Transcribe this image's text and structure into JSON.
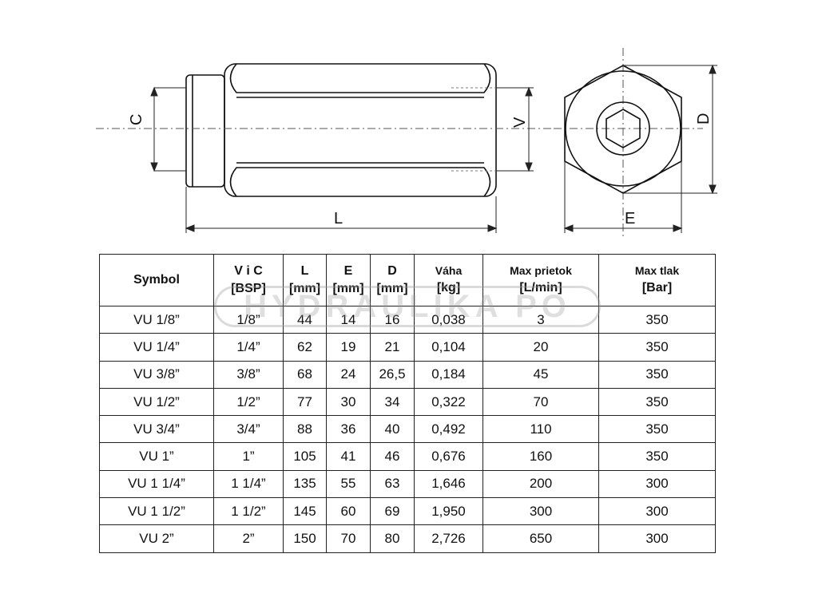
{
  "drawing": {
    "labels": {
      "c": "C",
      "v": "V",
      "l": "L",
      "d": "D",
      "e": "E"
    }
  },
  "table": {
    "headers": [
      {
        "line1": "Symbol",
        "line2": ""
      },
      {
        "line1": "V i C",
        "line2": "[BSP]"
      },
      {
        "line1": "L",
        "line2": "[mm]"
      },
      {
        "line1": "E",
        "line2": "[mm]"
      },
      {
        "line1": "D",
        "line2": "[mm]"
      },
      {
        "line1": "Váha",
        "line2": "[kg]"
      },
      {
        "line1": "Max prietok",
        "line2": "[L/min]"
      },
      {
        "line1": "Max tlak",
        "line2": "[Bar]"
      }
    ],
    "rows": [
      [
        "VU 1/8”",
        "1/8”",
        "44",
        "14",
        "16",
        "0,038",
        "3",
        "350"
      ],
      [
        "VU 1/4”",
        "1/4”",
        "62",
        "19",
        "21",
        "0,104",
        "20",
        "350"
      ],
      [
        "VU 3/8”",
        "3/8”",
        "68",
        "24",
        "26,5",
        "0,184",
        "45",
        "350"
      ],
      [
        "VU 1/2”",
        "1/2”",
        "77",
        "30",
        "34",
        "0,322",
        "70",
        "350"
      ],
      [
        "VU 3/4”",
        "3/4”",
        "88",
        "36",
        "40",
        "0,492",
        "110",
        "350"
      ],
      [
        "VU 1”",
        "1”",
        "105",
        "41",
        "46",
        "0,676",
        "160",
        "350"
      ],
      [
        "VU 1 1/4”",
        "1 1/4”",
        "135",
        "55",
        "63",
        "1,646",
        "200",
        "300"
      ],
      [
        "VU 1 1/2”",
        "1 1/2”",
        "145",
        "60",
        "69",
        "1,950",
        "300",
        "300"
      ],
      [
        "VU 2”",
        "2”",
        "150",
        "70",
        "80",
        "2,726",
        "650",
        "300"
      ]
    ]
  },
  "watermark": {
    "text": "HYDRAULIKA PO"
  }
}
